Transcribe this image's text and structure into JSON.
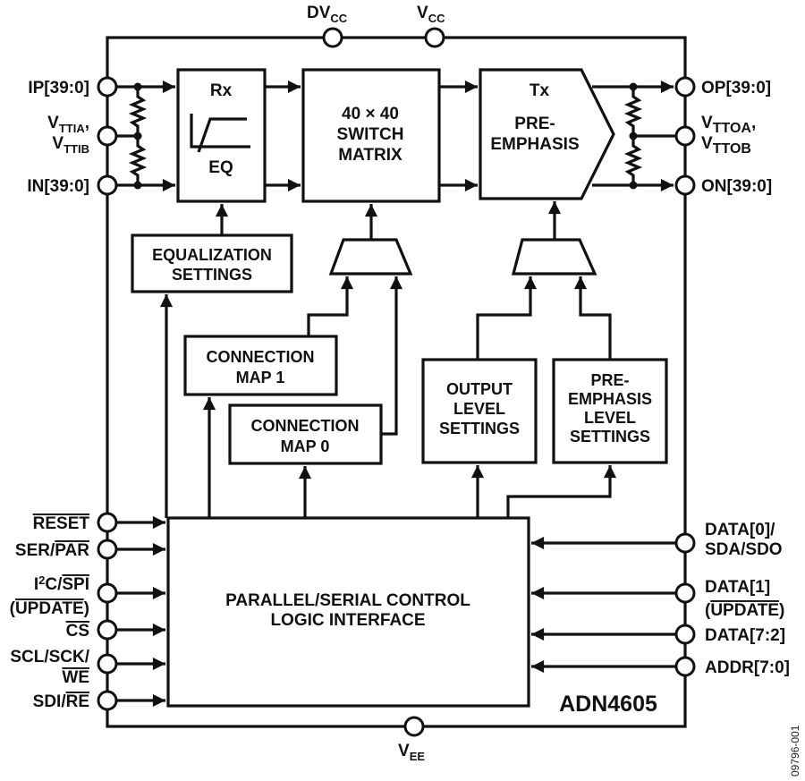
{
  "diagram": {
    "part_number": "ADN4605",
    "figure_id": "09796-001",
    "supply_pins": {
      "dvcc": {
        "main": "DV",
        "sub": "CC"
      },
      "vcc": {
        "main": "V",
        "sub": "CC"
      },
      "vee": {
        "main": "V",
        "sub": "EE"
      }
    },
    "input_pins": {
      "ip": "IP[39:0]",
      "vtti_a": {
        "main": "V",
        "sub": "TTIA",
        "suffix": ","
      },
      "vtti_b": {
        "main": "V",
        "sub": "TTIB"
      },
      "in": "IN[39:0]"
    },
    "output_pins": {
      "op": "OP[39:0]",
      "vtto_a": {
        "main": "V",
        "sub": "TTOA",
        "suffix": ","
      },
      "vtto_b": {
        "main": "V",
        "sub": "TTOB"
      },
      "on": "ON[39:0]"
    },
    "blocks": {
      "rx_eq": {
        "top": "Rx",
        "bottom": "EQ"
      },
      "switch_matrix": [
        "40 × 40",
        "SWITCH",
        "MATRIX"
      ],
      "tx_preemphasis": [
        "Tx",
        "PRE-",
        "EMPHASIS"
      ],
      "equalization_settings": [
        "EQUALIZATION",
        "SETTINGS"
      ],
      "connection_map_1": [
        "CONNECTION",
        "MAP 1"
      ],
      "connection_map_0": [
        "CONNECTION",
        "MAP 0"
      ],
      "output_level_settings": [
        "OUTPUT",
        "LEVEL",
        "SETTINGS"
      ],
      "preemphasis_level_settings": [
        "PRE-",
        "EMPHASIS",
        "LEVEL",
        "SETTINGS"
      ],
      "control_logic": [
        "PARALLEL/SERIAL CONTROL",
        "LOGIC INTERFACE"
      ]
    },
    "control_pins_left": {
      "reset": "RESET",
      "ser_par": {
        "plain": "SER/",
        "overbar": "PAR"
      },
      "i2c_spi": {
        "i": "I",
        "sup": "2",
        "c": "C/",
        "overbar": "SPI"
      },
      "update": {
        "open": "(",
        "overbar": "UPDATE",
        "close": ")"
      },
      "cs": "CS",
      "scl_sck": "SCL/SCK/",
      "we": "WE",
      "sdi_re": {
        "plain": "SDI/",
        "overbar": "RE"
      }
    },
    "control_pins_right": {
      "data0_line1": "DATA[0]/",
      "data0_line2": "SDA/SDO",
      "data1_line1": "DATA[1]",
      "data1_line2": {
        "open": "(",
        "overbar": "UPDATE",
        "close": ")"
      },
      "data72": "DATA[7:2]",
      "addr": "ADDR[7:0]"
    }
  }
}
